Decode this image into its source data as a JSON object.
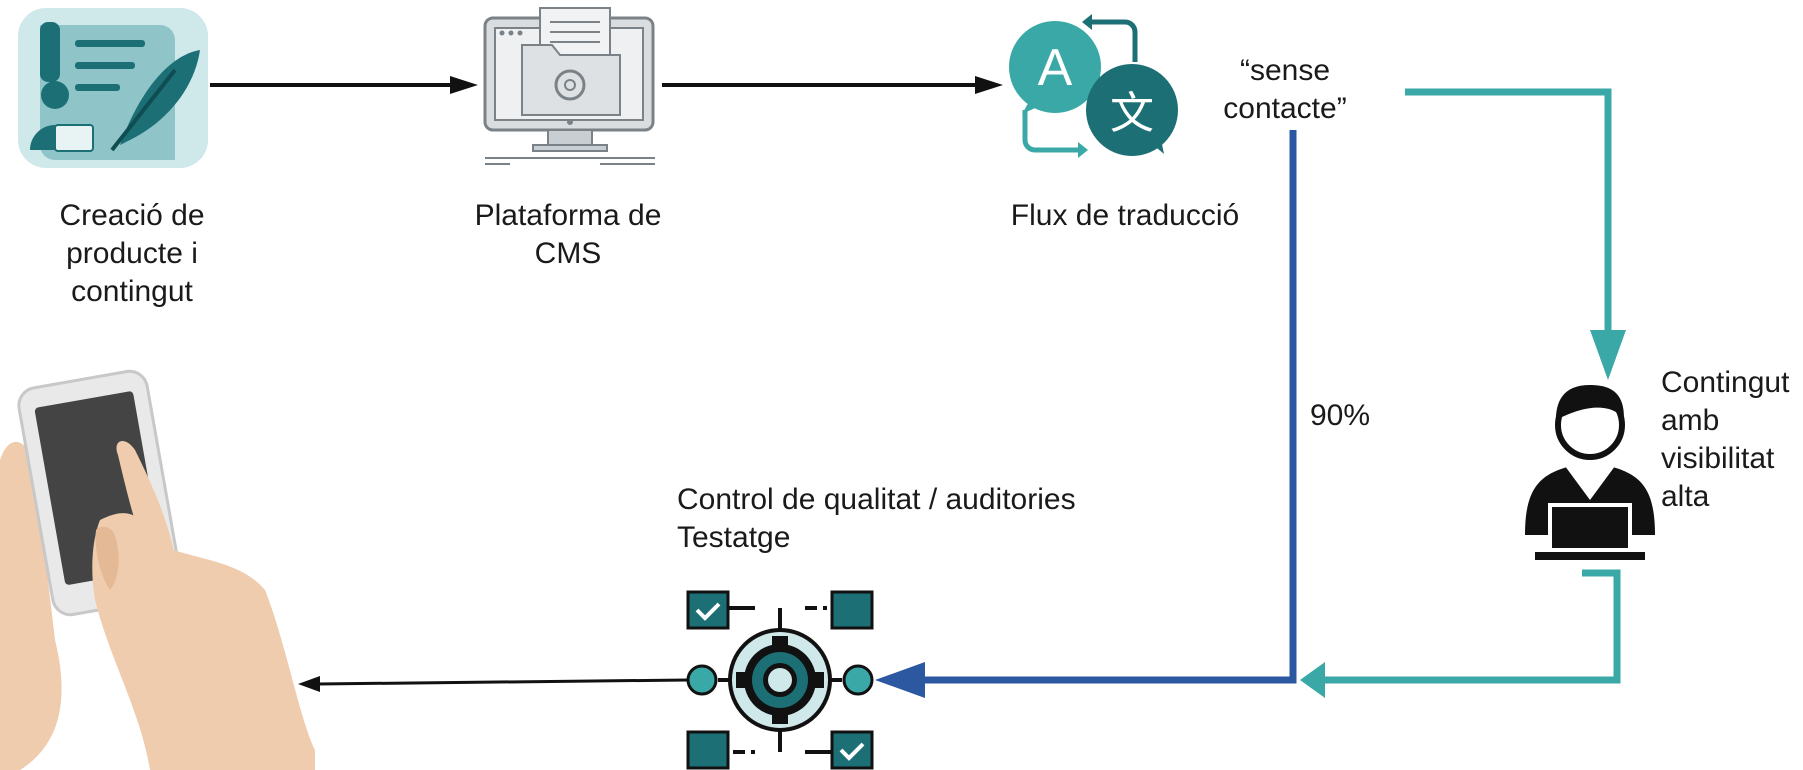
{
  "nodes": {
    "creation": {
      "label": "Creació de\nproducte i\ncontingut",
      "icon": "content-creator-icon"
    },
    "cms": {
      "label": "Plataforma de\nCMS",
      "icon": "cms-monitor-icon"
    },
    "translation": {
      "label": "Flux de traducció",
      "icon": "translation-icon"
    },
    "no_touch": {
      "label": "“sense\ncontacte”"
    },
    "high_visibility": {
      "label": "Contingut\namb\nvisibilitat\nalta",
      "icon": "reviewer-laptop-icon"
    },
    "qa": {
      "label": "Control de qualitat / auditories\nTestatge",
      "icon": "quality-gear-network-icon"
    },
    "end_user": {
      "icon": "hand-phone-icon"
    }
  },
  "edges": {
    "machine_share": {
      "label": "90%"
    }
  },
  "colors": {
    "teal": "#3aa8a6",
    "dark_teal": "#1c6f75",
    "blue": "#2b58a0",
    "black": "#111111",
    "skin": "#f0ccae"
  }
}
